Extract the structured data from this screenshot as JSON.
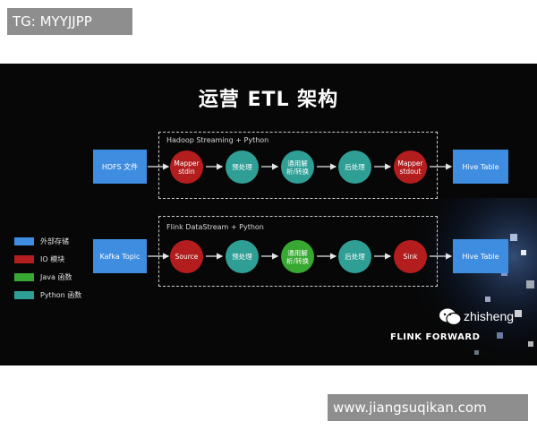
{
  "watermarks": {
    "top": "TG: MYYJJPP",
    "bottom": "www.jiangsuqikan.com"
  },
  "slide": {
    "title": "运营 ETL 架构",
    "rows": [
      {
        "group_label": "Hadoop Streaming + Python",
        "source": "HDFS 文件",
        "steps": [
          {
            "label": "Mapper\nstdin",
            "kind": "io"
          },
          {
            "label": "预处理",
            "kind": "python"
          },
          {
            "label": "通用解\n析/转换",
            "kind": "python"
          },
          {
            "label": "后处理",
            "kind": "python"
          },
          {
            "label": "Mapper\nstdout",
            "kind": "io"
          }
        ],
        "sink": "Hive Table"
      },
      {
        "group_label": "Flink DataStream + Python",
        "source": "Kafka Topic",
        "steps": [
          {
            "label": "Source",
            "kind": "io"
          },
          {
            "label": "预处理",
            "kind": "python"
          },
          {
            "label": "通用解\n析/转换",
            "kind": "java"
          },
          {
            "label": "后处理",
            "kind": "python"
          },
          {
            "label": "Sink",
            "kind": "io"
          }
        ],
        "sink": "Hive Table"
      }
    ],
    "legend": [
      {
        "label": "外部存储",
        "color": "#3f8de0"
      },
      {
        "label": "IO 模块",
        "color": "#b31d1d"
      },
      {
        "label": "Java 函数",
        "color": "#37a832"
      },
      {
        "label": "Python 函数",
        "color": "#2f9f96"
      }
    ],
    "logo": "FLINK FORWARD",
    "wechat_handle": "zhisheng"
  }
}
